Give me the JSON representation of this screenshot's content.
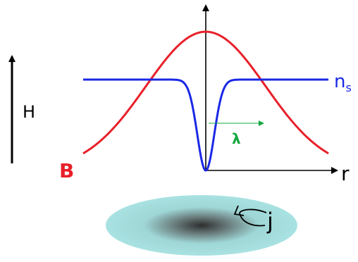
{
  "labels": {
    "field": "H",
    "magnetic": "B",
    "superfluid_density": "n",
    "superfluid_density_sub": "s",
    "penetration_depth": "λ",
    "radial_axis": "r",
    "current": "j"
  },
  "colors": {
    "b_curve": "#e8202a",
    "ns_curve": "#1a28e6",
    "lambda": "#14a840",
    "axes": "#000000",
    "vortex_outer": "#a9e2e2",
    "vortex_core": "#3a3a3a"
  }
}
